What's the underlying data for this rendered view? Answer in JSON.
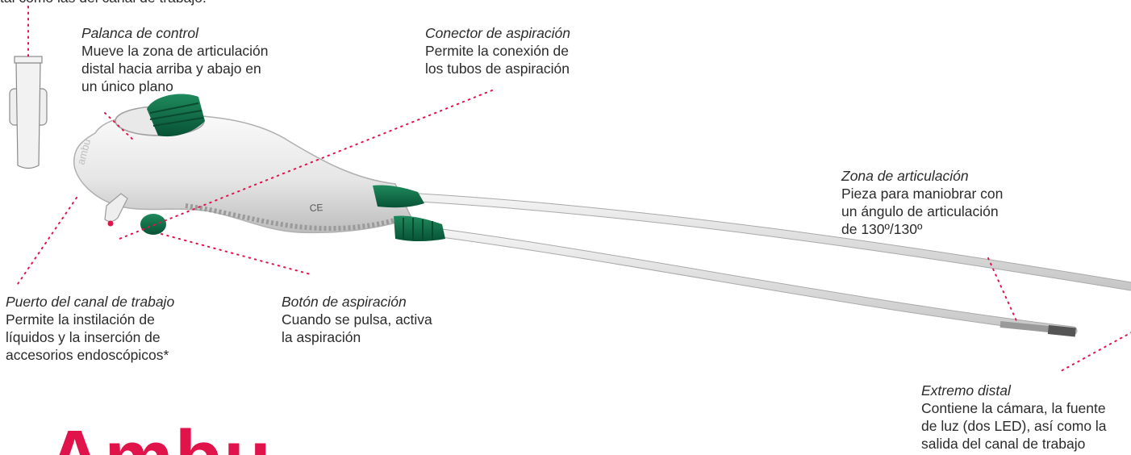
{
  "colors": {
    "leader": "#e0134a",
    "accent_green": "#0b6b45",
    "brand": "#e0134a",
    "body_text": "#2b2b2b"
  },
  "top_fragment": "tal como las del canal de trabajo.",
  "callouts": {
    "control_lever": {
      "title": "Palanca de control",
      "lines": [
        "Mueve la zona de articulación",
        "distal hacia arriba y abajo en",
        "un único plano"
      ]
    },
    "suction_connector": {
      "title": "Conector de aspiración",
      "lines": [
        "Permite la conexión de",
        "los tubos de aspiración"
      ]
    },
    "articulation_zone": {
      "title": "Zona de articulación",
      "lines": [
        "Pieza para maniobrar con",
        "un ángulo de articulación",
        "de 130º/130º"
      ]
    },
    "working_channel_port": {
      "title": "Puerto del canal de trabajo",
      "lines": [
        "Permite la instilación de",
        "líquidos y la inserción de",
        "accesorios endoscópicos*"
      ]
    },
    "suction_button": {
      "title": "Botón de aspiración",
      "lines": [
        "Cuando se pulsa, activa",
        "la aspiración"
      ]
    },
    "distal_tip": {
      "title": "Extremo distal",
      "lines": [
        "Contiene la cámara, la fuente",
        "de luz (dos LED), así como la",
        "salida del canal de trabajo"
      ]
    }
  },
  "device": {
    "marking": "CE",
    "brand_emboss": "ambu"
  },
  "logo": {
    "text": "Ambu"
  }
}
